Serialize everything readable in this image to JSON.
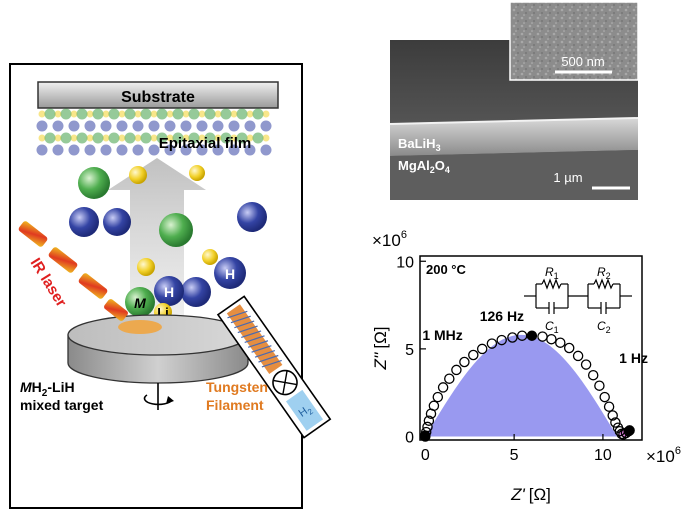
{
  "schematic": {
    "substrate_label": "Substrate",
    "film_label": "Epitaxial film",
    "laser_label": "IR laser",
    "atom_m": "M",
    "atom_h": "H",
    "atom_li": "Li",
    "target_line1_italic": "M",
    "target_line1_rest": "H",
    "target_line1_sub": "2",
    "target_line1_end": "-LiH",
    "target_line2": "mixed target",
    "filament_line1": "Tungsten",
    "filament_line2": "Filament",
    "h2_main": "H",
    "h2_sub": "2",
    "colors": {
      "green_atom": "#3f9f45",
      "blue_atom": "#2f3f9a",
      "yellow_atom": "#f2d12a",
      "laser_red": "#e02020",
      "filament_orange": "#e07a20",
      "arrow_gray": "#c8c8c8"
    }
  },
  "sem": {
    "inset_scale": "500 nm",
    "layer_top_main": "BaLiH",
    "layer_top_sub": "3",
    "layer_bottom_main": "MgAl",
    "layer_bottom_sub1": "2",
    "layer_bottom_mid": "O",
    "layer_bottom_sub2": "4",
    "scale": "1 µm"
  },
  "chart_data": {
    "type": "scatter",
    "title": "",
    "annotation_temp": "200 °C",
    "multiplier_top": "×10",
    "multiplier_top_exp": "6",
    "multiplier_right": "×10",
    "multiplier_right_exp": "6",
    "xlabel_main": "Z'",
    "xlabel_unit": "[Ω]",
    "ylabel_main": "Z''",
    "ylabel_unit": "[Ω]",
    "xlim": [
      -0.3,
      12.2
    ],
    "ylim": [
      -0.2,
      10.3
    ],
    "xticks": [
      0,
      5,
      10
    ],
    "yticks": [
      0,
      5,
      10
    ],
    "xtick_labels": [
      "0",
      "5",
      "10"
    ],
    "ytick_labels": [
      "0",
      "5",
      "10"
    ],
    "circuit": {
      "r1": "R",
      "r1_sub": "1",
      "c1": "C",
      "c1_sub": "1",
      "r2": "R",
      "r2_sub": "2",
      "c2": "C",
      "c2_sub": "2"
    },
    "annotations": [
      {
        "text": "126 Hz",
        "x": 6.0,
        "y": 5.8
      },
      {
        "text": "1 MHz",
        "x": 0.0,
        "y": 0.0
      },
      {
        "text": "1 Hz",
        "x": 11.5,
        "y": 0.4
      }
    ],
    "fill_arc1": {
      "x_start": 0.0,
      "x_end": 10.8,
      "peak": 5.8,
      "color": "#9999f0"
    },
    "fill_arc2": {
      "x_start": 10.8,
      "x_end": 11.5,
      "peak": 0.35,
      "color": "#e080e0"
    },
    "series": [
      {
        "marker": "open-circle",
        "x": [
          0.0,
          0.05,
          0.12,
          0.2,
          0.32,
          0.48,
          0.7,
          1.0,
          1.35,
          1.75,
          2.2,
          2.7,
          3.2,
          3.75,
          4.3,
          4.9,
          5.45,
          6.6,
          7.1,
          7.6,
          8.1,
          8.6,
          9.05,
          9.45,
          9.8,
          10.1,
          10.35,
          10.55,
          10.7,
          10.85,
          10.95,
          11.05,
          11.15,
          11.3,
          11.45
        ],
        "y": [
          0.05,
          0.25,
          0.55,
          0.9,
          1.3,
          1.75,
          2.25,
          2.8,
          3.3,
          3.8,
          4.25,
          4.65,
          5.0,
          5.3,
          5.5,
          5.65,
          5.75,
          5.7,
          5.55,
          5.35,
          5.05,
          4.6,
          4.1,
          3.5,
          2.9,
          2.25,
          1.7,
          1.2,
          0.8,
          0.5,
          0.3,
          0.15,
          0.12,
          0.2,
          0.3
        ]
      },
      {
        "marker": "filled-circle",
        "x": [
          0.0,
          6.0,
          11.5
        ],
        "y": [
          0.0,
          5.75,
          0.35
        ]
      }
    ]
  }
}
